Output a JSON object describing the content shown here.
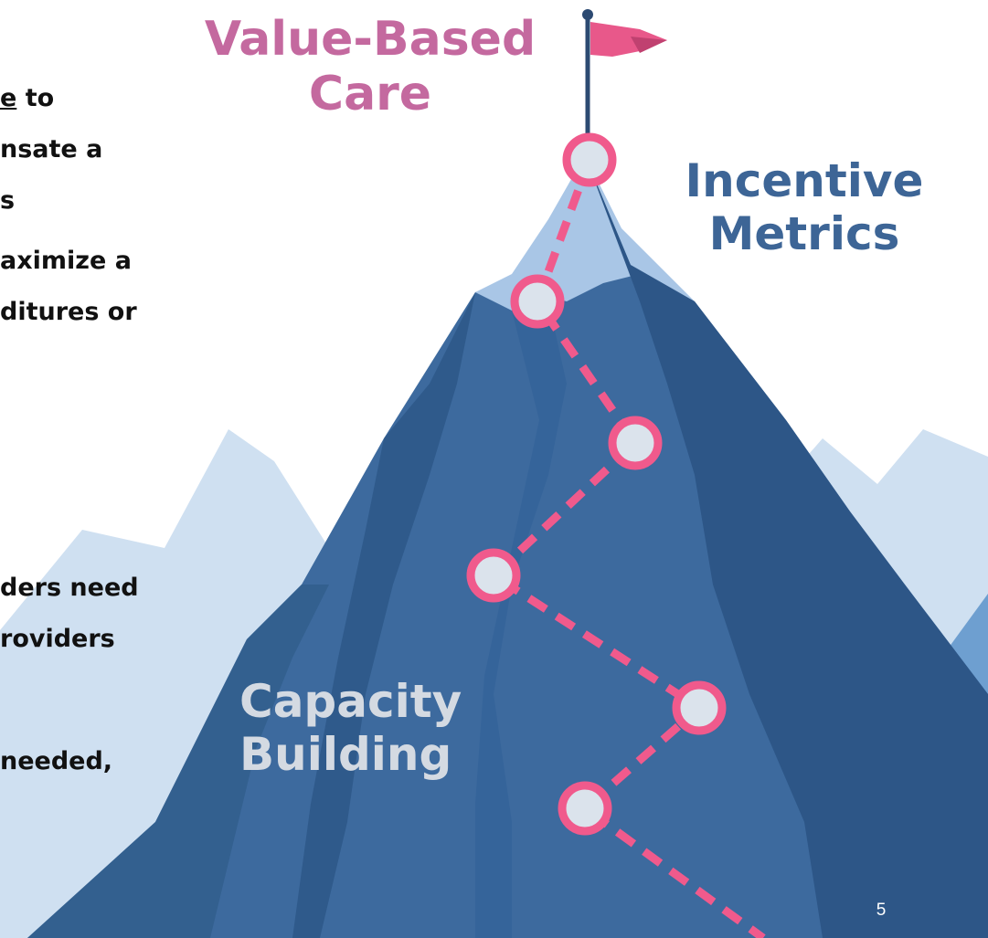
{
  "body_text": {
    "block1_line1_underlined": "e",
    "block1_line1_rest": " to",
    "block1_line2": "nsate a",
    "block1_line3": "s",
    "block1_line4": "aximize a",
    "block1_line5": "ditures or",
    "block2_line1": "ders need",
    "block2_line2": "roviders",
    "block2_line3": "needed,"
  },
  "illustration": {
    "top_label_line1": "Value-Based",
    "top_label_line2": "Care",
    "right_label_line1": "Incentive",
    "right_label_line2": "Metrics",
    "bottom_label_line1": "Capacity",
    "bottom_label_line2": "Building"
  },
  "page_number": "5",
  "colors": {
    "pink": "#c4699f",
    "path_pink": "#f05a8c",
    "incentive_blue": "#3d6596",
    "capacity_gray": "#d4dae2",
    "mountain_dark": "#2d5687",
    "mountain_mid": "#3d6a9e",
    "mountain_light": "#a9c6e6"
  }
}
